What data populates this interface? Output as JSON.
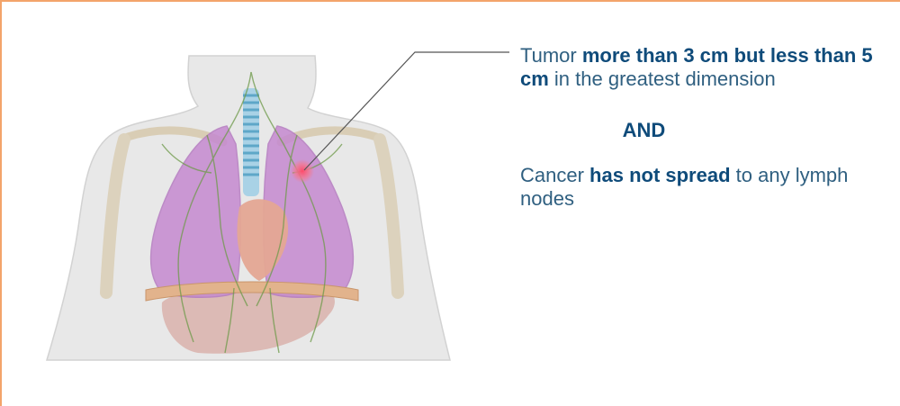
{
  "tumor": {
    "prefix": "Tumor",
    "bold": "more than 3 cm but less than 5 cm",
    "suffix": "in the greatest dimension"
  },
  "connector": "AND",
  "nodes": {
    "prefix": "Cancer",
    "bold": "has not spread",
    "suffix": "to any lymph nodes"
  },
  "colors": {
    "border": "#f3a46a",
    "text": "#2f5f80",
    "emphasis": "#0f4b7a",
    "lung": "#c58ad0",
    "tumor": "#e0506e",
    "lymph": "#6e9a4a"
  }
}
